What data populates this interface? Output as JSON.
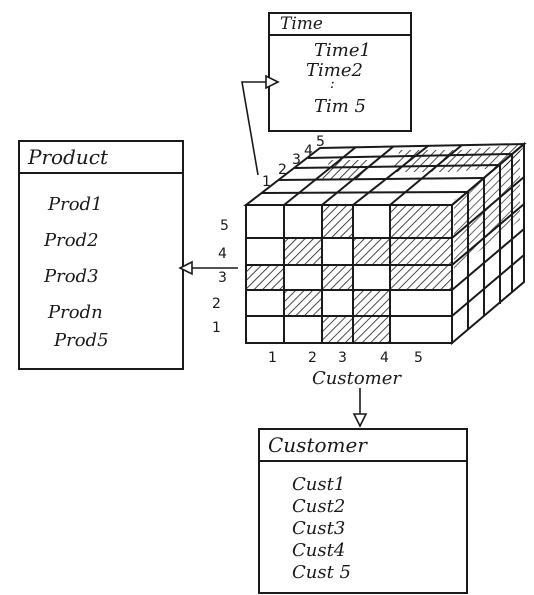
{
  "time": {
    "title": "Time",
    "items": [
      "Time1",
      "Time2",
      ":",
      "Tim 5"
    ]
  },
  "product": {
    "title": "Product",
    "items": [
      "Prod1",
      "Prod2",
      "Prod3",
      "Prodn",
      "Prod5"
    ]
  },
  "customer": {
    "title": "Customer",
    "items": [
      "Cust1",
      "Cust2",
      "Cust3",
      "Cust4",
      "Cust 5"
    ]
  },
  "cube": {
    "x_axis_label": "Customer",
    "x_ticks": [
      "1",
      "2",
      "3",
      "4",
      "5"
    ],
    "y_ticks": [
      "1",
      "2",
      "3",
      "4",
      "5"
    ],
    "z_ticks": [
      "1",
      "2",
      "3",
      "4",
      "5"
    ]
  }
}
